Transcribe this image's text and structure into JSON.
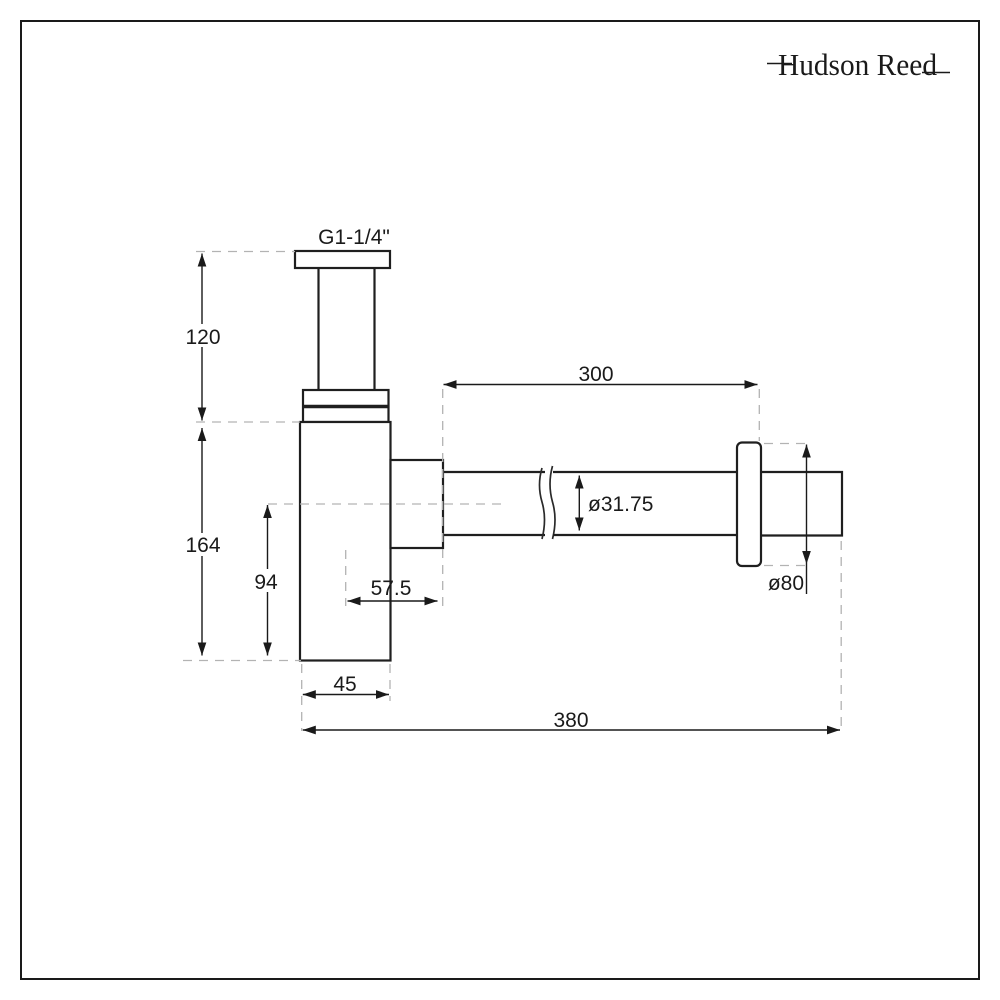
{
  "brand": {
    "logo_text": "Hudson Reed"
  },
  "diagram": {
    "title_hint": "bottle-trap-dimension-drawing",
    "thread_label": "G1-1/4\"",
    "dims": {
      "top_section_height": "120",
      "body_height": "164",
      "outlet_centerline_height": "94",
      "pipe_length": "300",
      "pipe_diameter": "ø31.75",
      "flange_diameter": "ø80",
      "outlet_offset": "57.5",
      "body_width": "45",
      "overall_width": "380"
    },
    "colors": {
      "outline": "#1f1f1f",
      "dimension": "#1a1a1a",
      "extension_dashed": "#b3b3b3",
      "background": "#ffffff"
    }
  }
}
